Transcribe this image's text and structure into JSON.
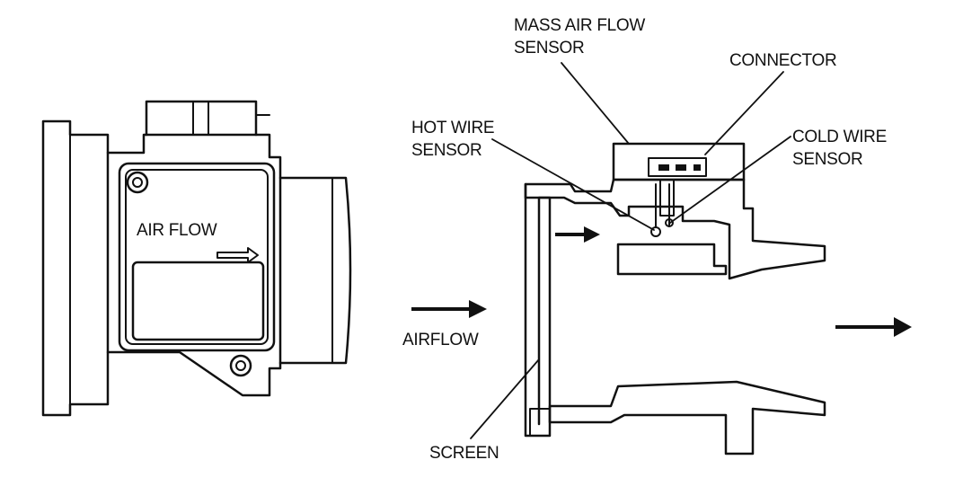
{
  "labels": {
    "mass_air_flow_sensor_line1": "MASS AIR FLOW",
    "mass_air_flow_sensor_line2": "SENSOR",
    "connector": "CONNECTOR",
    "hot_wire_sensor_line1": "HOT WIRE",
    "hot_wire_sensor_line2": "SENSOR",
    "cold_wire_sensor_line1": "COLD WIRE",
    "cold_wire_sensor_line2": "SENSOR",
    "airflow_housing": "AIR FLOW",
    "airflow_inlet": "AIRFLOW",
    "screen": "SCREEN"
  },
  "colors": {
    "ink": "#111111",
    "paper": "#ffffff"
  }
}
